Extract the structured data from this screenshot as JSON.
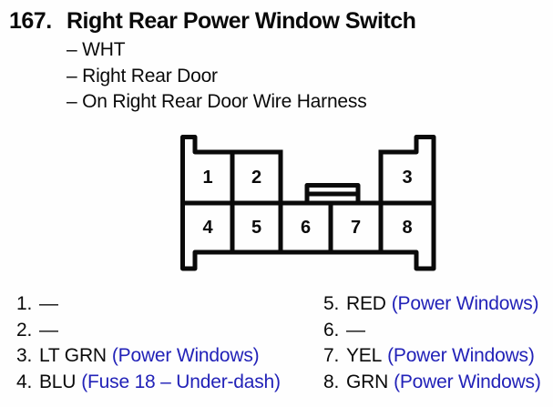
{
  "theme": {
    "background": "#fefefe",
    "ink": "#0a0a0a",
    "blue": "#2222b8"
  },
  "header": {
    "number": "167.",
    "title": "Right Rear Power Window Switch",
    "details": [
      "– WHT",
      "– Right Rear Door",
      "– On Right Rear Door Wire Harness"
    ]
  },
  "connector": {
    "type": "8-pin connector, front view",
    "pins": [
      "1",
      "2",
      "3",
      "4",
      "5",
      "6",
      "7",
      "8"
    ]
  },
  "legend": {
    "left": [
      {
        "num": "1.",
        "wire": "—",
        "note": ""
      },
      {
        "num": "2.",
        "wire": "—",
        "note": ""
      },
      {
        "num": "3.",
        "wire": "LT GRN",
        "note": "(Power Windows)"
      },
      {
        "num": "4.",
        "wire": "BLU",
        "note": "(Fuse 18 – Under-dash)"
      }
    ],
    "right": [
      {
        "num": "5.",
        "wire": "RED",
        "note": "(Power Windows)"
      },
      {
        "num": "6.",
        "wire": "—",
        "note": ""
      },
      {
        "num": "7.",
        "wire": "YEL",
        "note": "(Power Windows)"
      },
      {
        "num": "8.",
        "wire": "GRN",
        "note": "(Power Windows)"
      }
    ]
  }
}
